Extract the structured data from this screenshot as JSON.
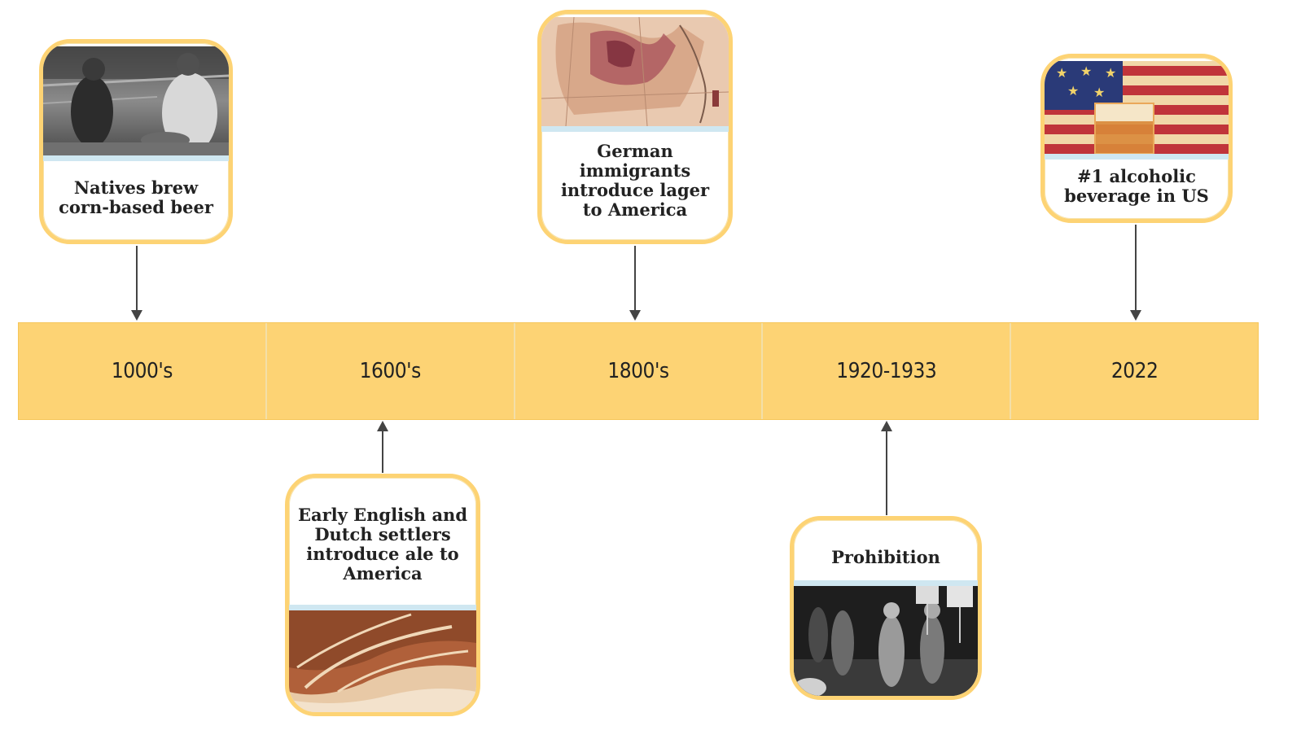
{
  "periods": [
    {
      "label": "1000's"
    },
    {
      "label": "1600's"
    },
    {
      "label": "1800's"
    },
    {
      "label": "1920-1933"
    },
    {
      "label": "2022"
    }
  ],
  "events": {
    "natives": {
      "caption": "Natives brew corn-based beer"
    },
    "settlers": {
      "caption": "Early English and Dutch settlers introduce ale to America"
    },
    "german": {
      "caption": "German immigrants introduce lager to America"
    },
    "prohibition": {
      "caption": "Prohibition"
    },
    "modern": {
      "caption": "#1 alcoholic beverage in US"
    }
  },
  "colors": {
    "band": "#fdd374",
    "card_border": "#fdd374",
    "arrow": "#444444",
    "caption_rule": "#cfe7f1"
  }
}
